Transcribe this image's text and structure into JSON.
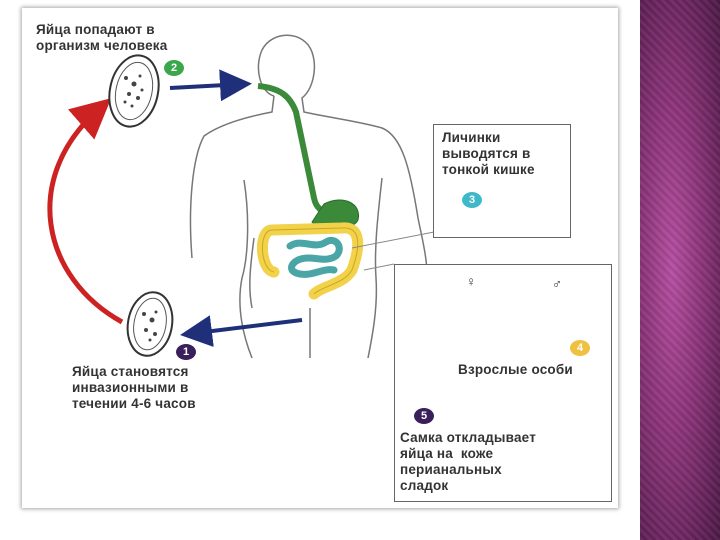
{
  "labels": {
    "step2": "Яйца попадают в\nорганизм человека",
    "step3": "Личинки\nвыводятся в\nтонкой кишке",
    "step4": "Взрослые особи",
    "step1": "Яйца становятся\nинвазионными в\nтечении 4-6 часов",
    "step5": "Самка откладывает\nяйца на  коже\nперианальных\nсладок"
  },
  "numbers": {
    "n1": "1",
    "n2": "2",
    "n3": "3",
    "n4": "4",
    "n5": "5"
  },
  "symbols": {
    "female": "♀",
    "male": "♂"
  },
  "colors": {
    "esophagus": "#3a8a3a",
    "large_intestine": "#f2d24a",
    "small_intestine": "#4aa6a6",
    "red_arrow": "#cc2222",
    "blue_arrow": "#1f2f7a",
    "badge1": "#3a1f5a",
    "badge2": "#3aa84a",
    "badge3": "#3fb8c8",
    "badge4": "#f0c040",
    "badge5": "#3a1f5a",
    "side_panel": "#8a3378"
  }
}
